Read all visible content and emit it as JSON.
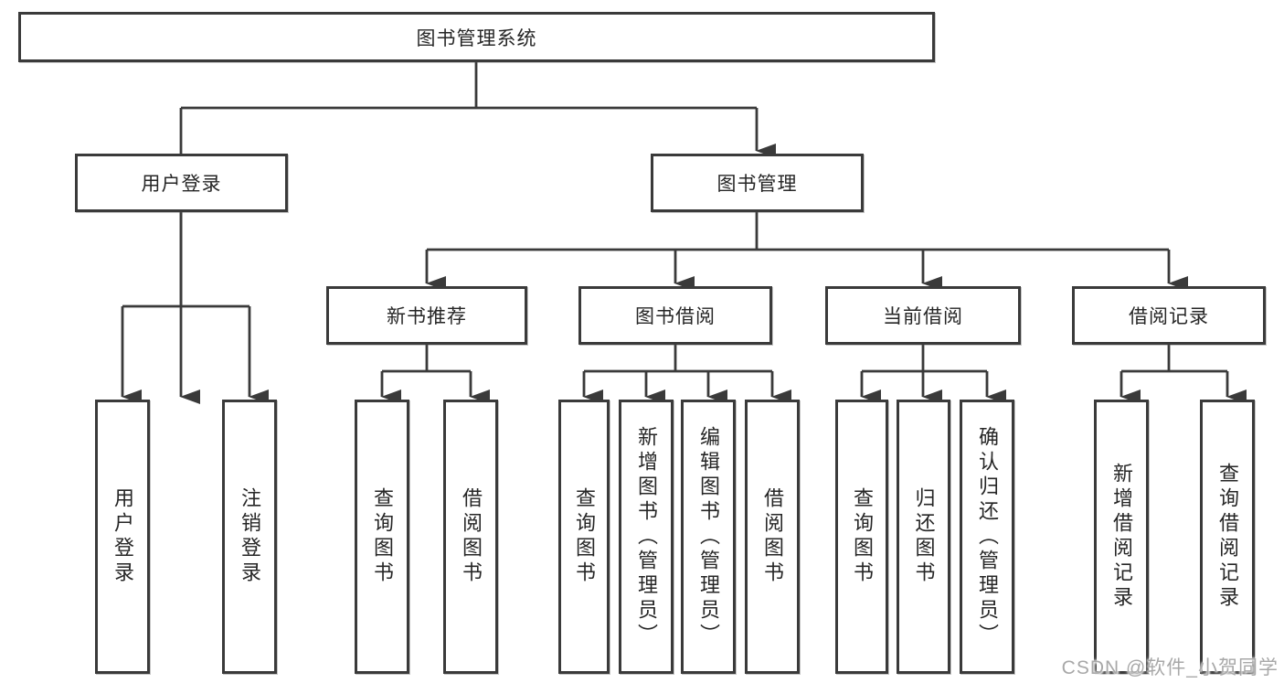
{
  "diagram": {
    "type": "hierarchy-tree",
    "root": {
      "label": "图书管理系统",
      "children": [
        {
          "label": "用户登录",
          "children": [
            {
              "label": "用户登录"
            },
            {
              "label": "注销登录"
            }
          ]
        },
        {
          "label": "图书管理",
          "children": [
            {
              "label": "新书推荐",
              "children": [
                {
                  "label": "查询图书"
                },
                {
                  "label": "借阅图书"
                }
              ]
            },
            {
              "label": "图书借阅",
              "children": [
                {
                  "label": "查询图书"
                },
                {
                  "label": "新增图书（管理员）"
                },
                {
                  "label": "编辑图书（管理员）"
                },
                {
                  "label": "借阅图书"
                }
              ]
            },
            {
              "label": "当前借阅",
              "children": [
                {
                  "label": "查询图书"
                },
                {
                  "label": "归还图书"
                },
                {
                  "label": "确认归还（管理员）"
                }
              ]
            },
            {
              "label": "借阅记录",
              "children": [
                {
                  "label": "新增借阅记录"
                },
                {
                  "label": "查询借阅记录"
                }
              ]
            }
          ]
        }
      ]
    },
    "colors": {
      "line": "#3a3a3a",
      "box_border": "#3a3a3a",
      "text": "#262626",
      "background": "#ffffff",
      "watermark": "#a8a8a8"
    }
  },
  "watermark": {
    "text": "CSDN @软件_小贺同学"
  }
}
